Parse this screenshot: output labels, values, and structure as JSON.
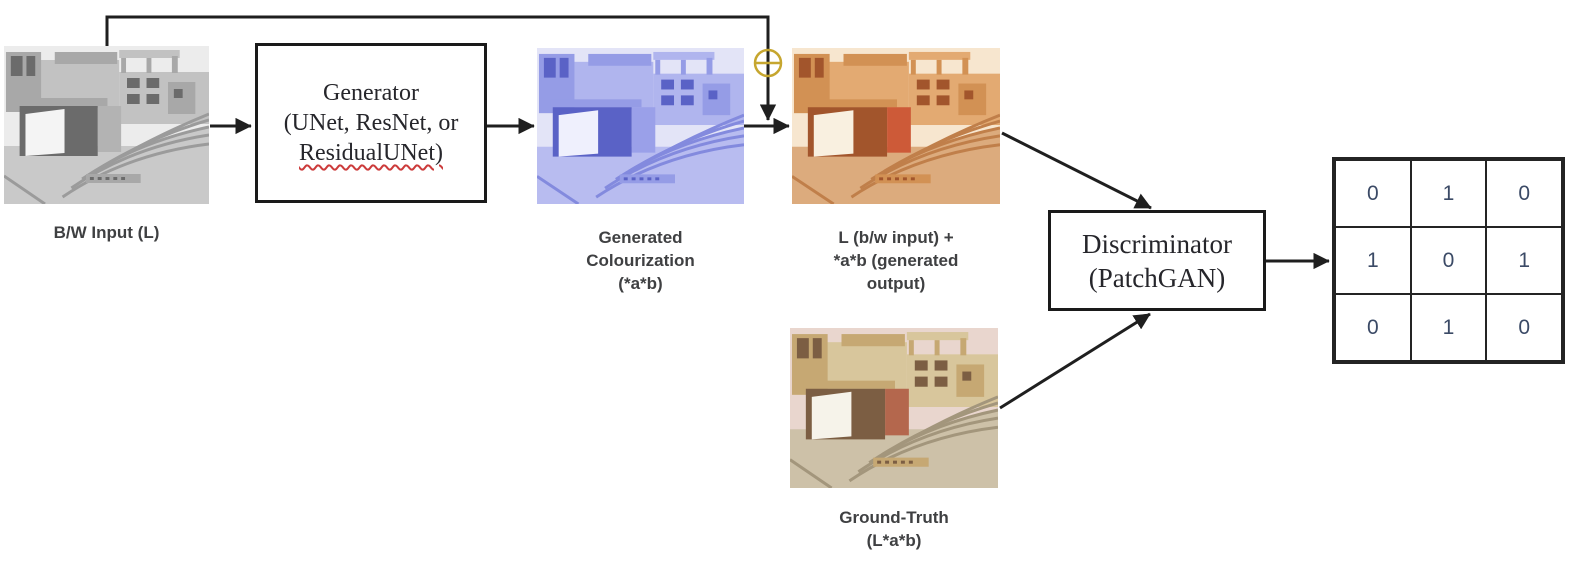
{
  "pipeline": {
    "bw_input": {
      "label": "B/W Input (L)"
    },
    "generator": {
      "lines": [
        "Generator",
        "(UNet, ResNet, or",
        "ResidualUNet)"
      ]
    },
    "generated_output": {
      "label_lines": [
        "Generated",
        "Colourization",
        "(*a*b)"
      ]
    },
    "combined_output": {
      "label_lines": [
        "L (b/w input) +",
        "*a*b (generated",
        "output)"
      ]
    },
    "ground_truth": {
      "label_lines": [
        "Ground-Truth",
        "(L*a*b)"
      ]
    },
    "discriminator": {
      "lines": [
        "Discriminator",
        "(PatchGAN)"
      ]
    },
    "patch_grid": {
      "rows": [
        [
          "0",
          "1",
          "0"
        ],
        [
          "1",
          "0",
          "1"
        ],
        [
          "0",
          "1",
          "0"
        ]
      ]
    },
    "icons": {
      "combine": "circle-plus-icon"
    },
    "colors": {
      "connector": "#1f1f1f",
      "combine_symbol": "#c6a62f",
      "label_text": "#3f4042",
      "grid_digit": "#3b4a66",
      "spellcheck_underline": "#cc3b3b"
    }
  }
}
